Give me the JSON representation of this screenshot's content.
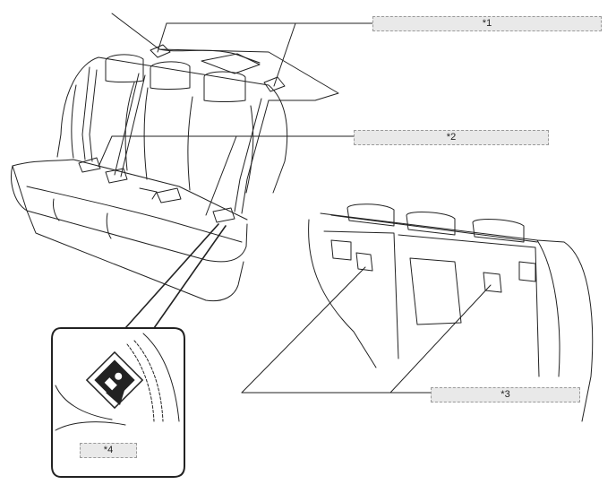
{
  "callouts": [
    {
      "id": "c1",
      "label": "*1"
    },
    {
      "id": "c2",
      "label": "*2"
    },
    {
      "id": "c3",
      "label": "*3"
    },
    {
      "id": "c4",
      "label": "*4"
    }
  ],
  "colors": {
    "line": "#222222",
    "callout_bg": "#e9e9e9",
    "callout_border": "#9a9a9a"
  },
  "icons": [
    "child-restraint-anchor-icon"
  ]
}
